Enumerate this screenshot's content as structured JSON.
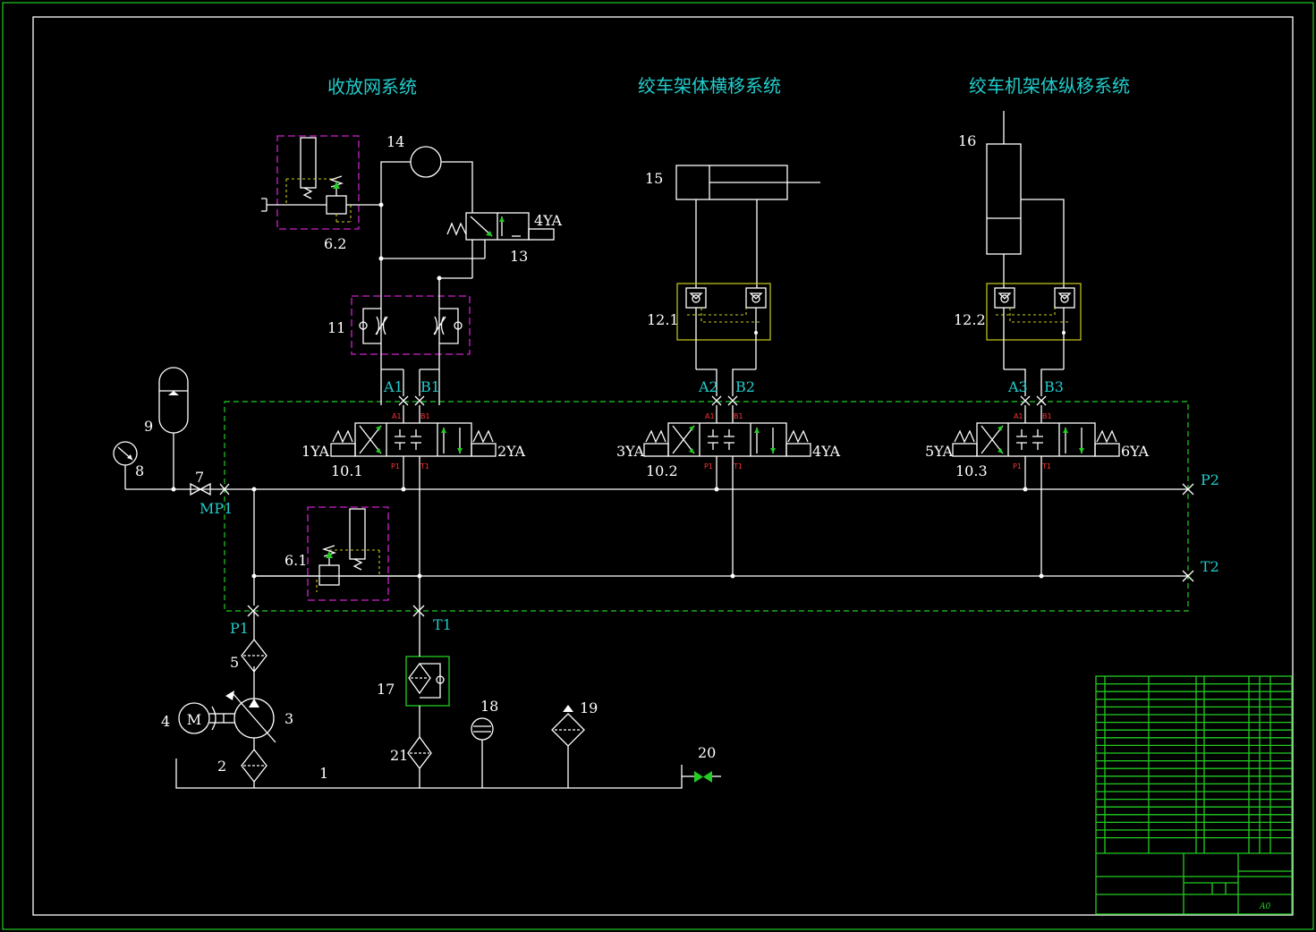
{
  "titles": {
    "net_system": "收放网系统",
    "traverse_system": "绞车架体横移系统",
    "longitudinal_system": "绞车机架体纵移系统"
  },
  "labels": {
    "n1": "1",
    "n2": "2",
    "n3": "3",
    "n4": "4",
    "n5": "5",
    "n6_1": "6.1",
    "n6_2": "6.2",
    "n7": "7",
    "n8": "8",
    "n9": "9",
    "n10_1": "10.1",
    "n10_2": "10.2",
    "n10_3": "10.3",
    "n11": "11",
    "n12_1": "12.1",
    "n12_2": "12.2",
    "n13": "13",
    "n14": "14",
    "n15": "15",
    "n16": "16",
    "n17": "17",
    "n18": "18",
    "n19": "19",
    "n20": "20",
    "n21": "21",
    "motor": "M",
    "ya1": "1YA",
    "ya2": "2YA",
    "ya3": "3YA",
    "ya4": "4YA",
    "ya5": "5YA",
    "ya6": "6YA",
    "ya4_13": "4YA"
  },
  "ports": {
    "a1": "A1",
    "b1": "B1",
    "a2": "A2",
    "b2": "B2",
    "a3": "A3",
    "b3": "B3",
    "p1": "P1",
    "t1": "T1",
    "p2": "P2",
    "t2": "T2",
    "mp1": "MP1",
    "valve_a1": "A1",
    "valve_b1": "B1",
    "valve_p1": "P1",
    "valve_t1": "T1"
  },
  "title_block": {
    "sheet_size": "A0"
  }
}
